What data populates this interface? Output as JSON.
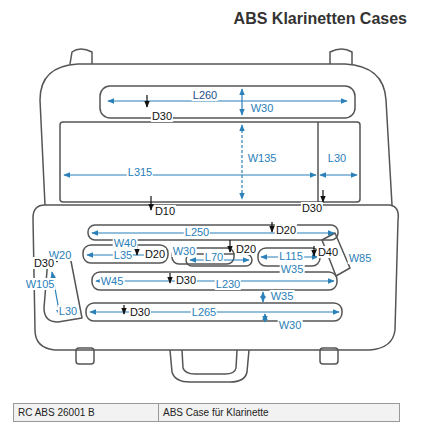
{
  "diagram": {
    "title": "ABS Klarinetten Cases",
    "labels": [
      "L260",
      "W30",
      "D30",
      "L315",
      "W135",
      "L30",
      "D10",
      "D30",
      "L250",
      "D20",
      "W40",
      "L35",
      "D20",
      "W30",
      "L70",
      "D20",
      "L115",
      "D40",
      "W85",
      "W35",
      "W20",
      "D30",
      "W45",
      "D30",
      "L230",
      "W105",
      "W35",
      "L30",
      "D30",
      "L265",
      "W30",
      "RC ABS 26001 B",
      "ABS Case für Klarinette"
    ]
  }
}
